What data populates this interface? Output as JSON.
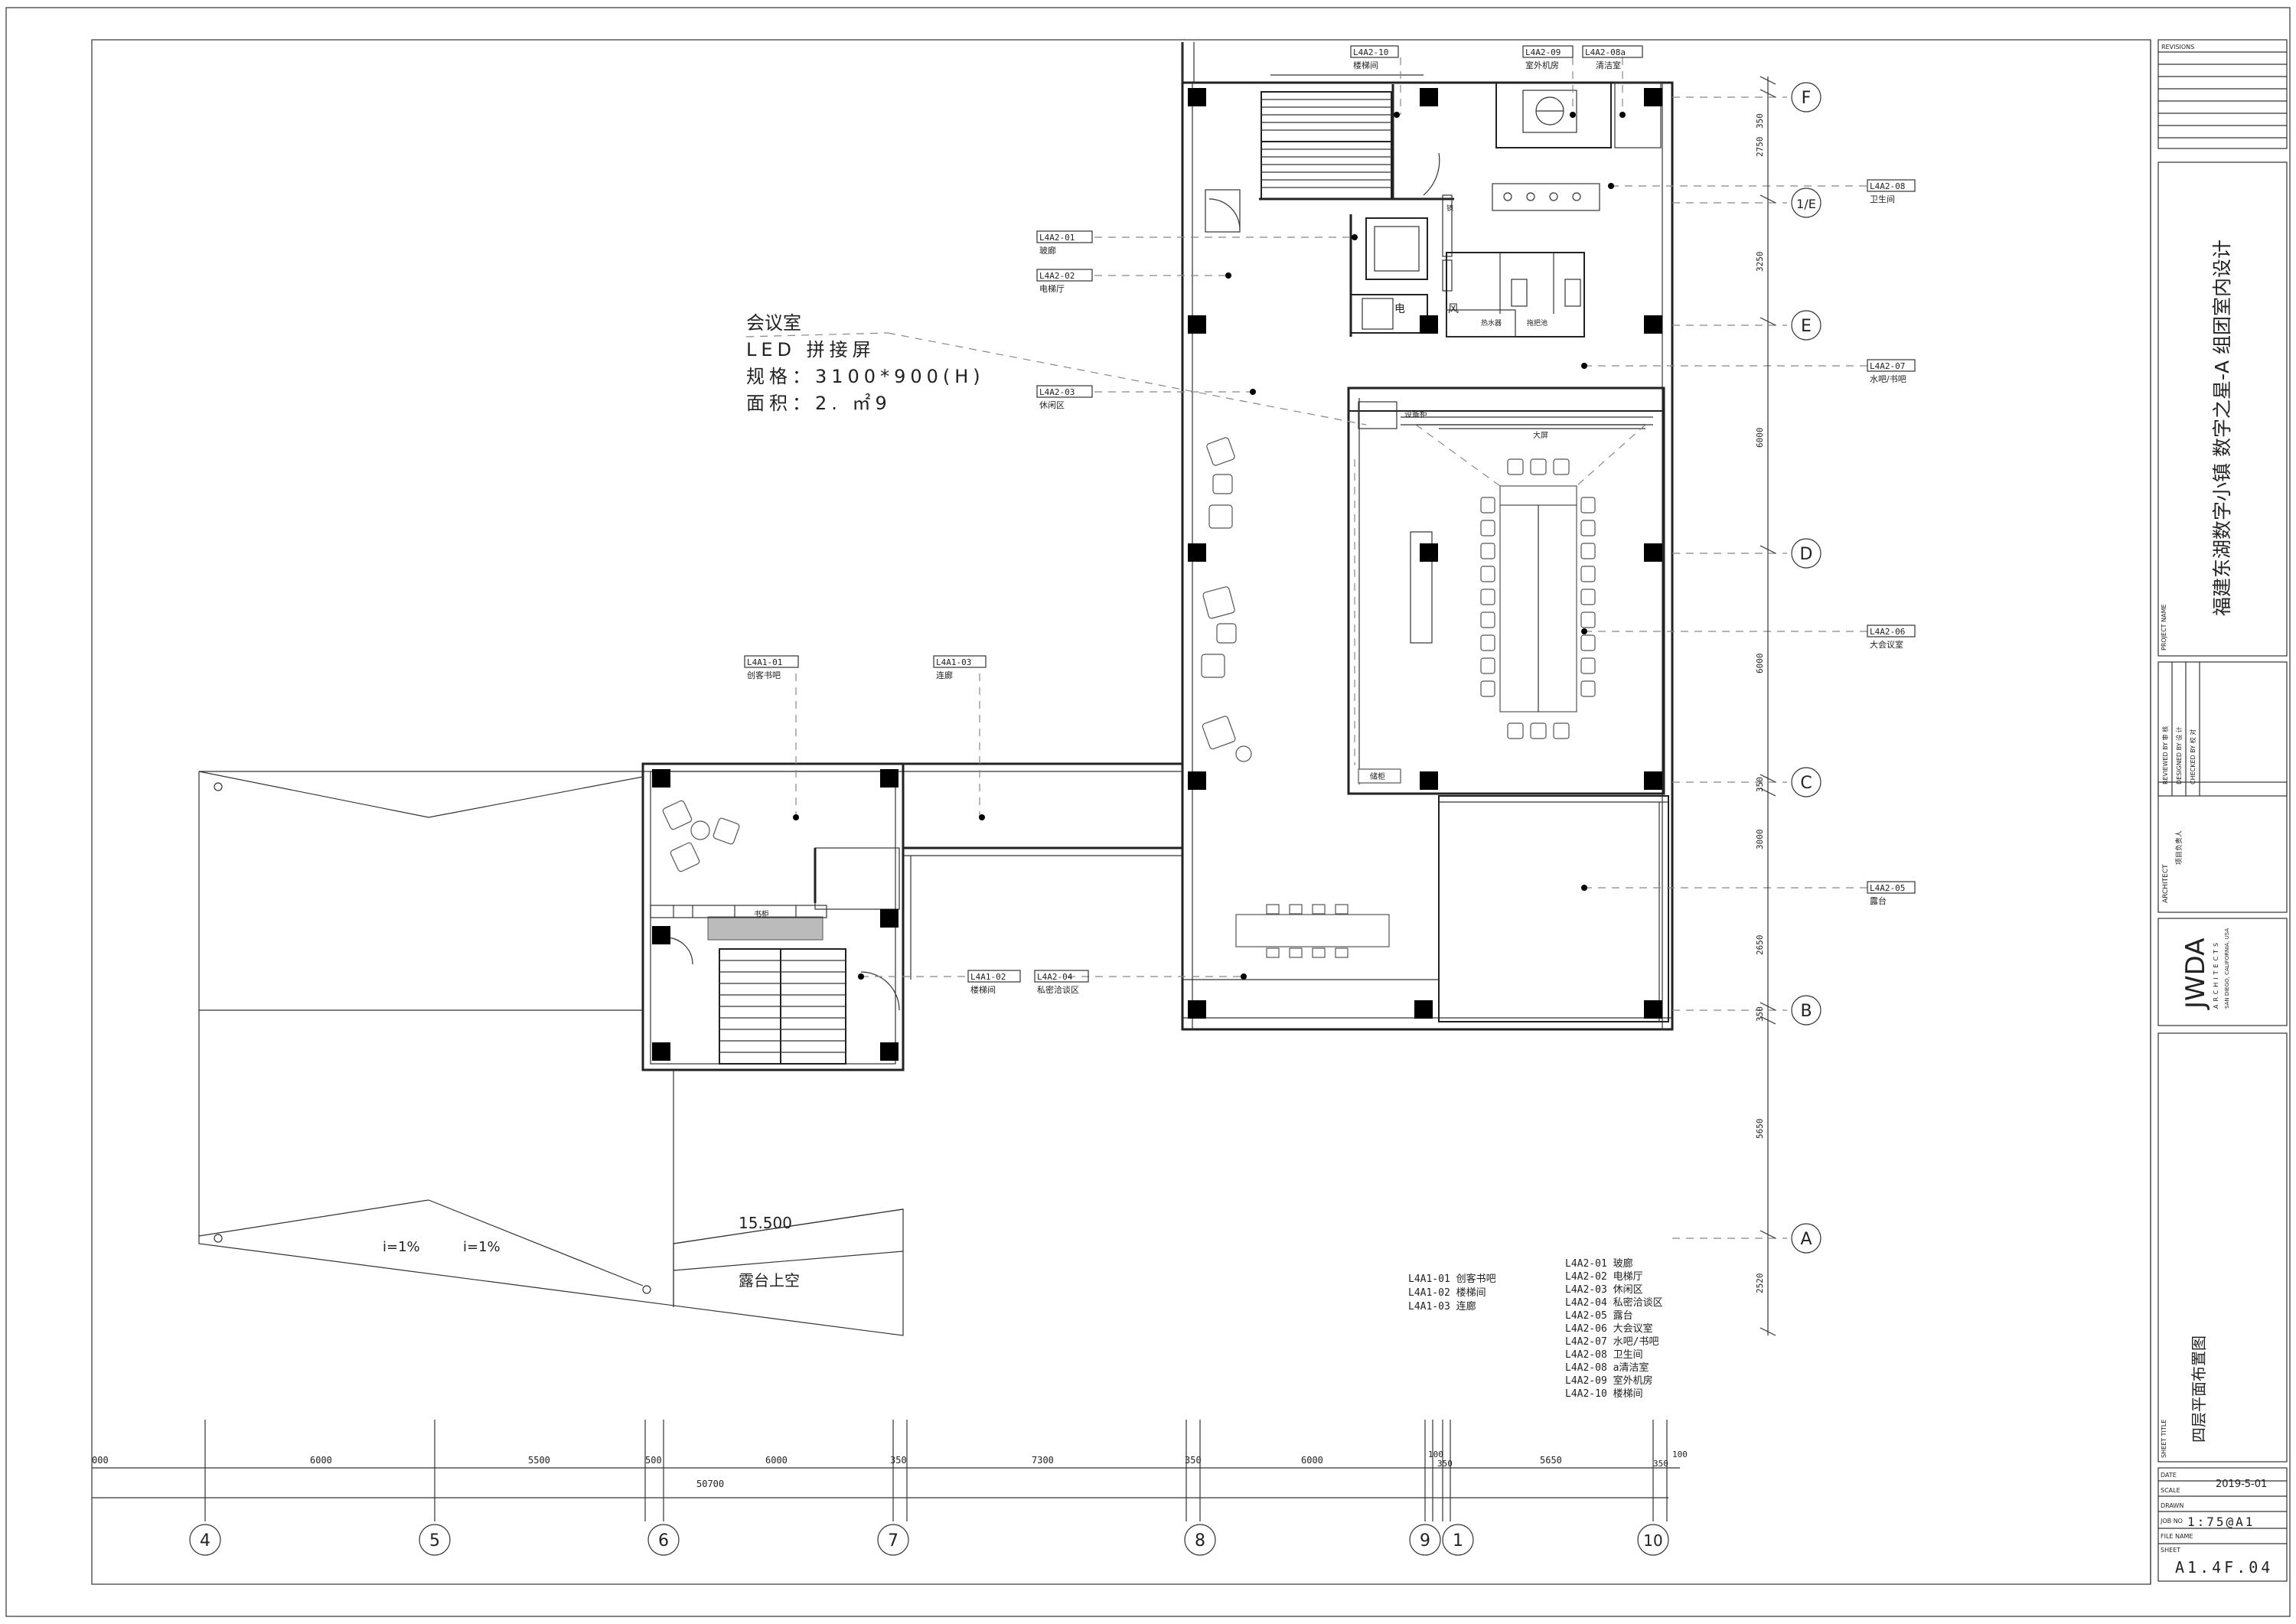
{
  "annotation": {
    "title": "会议室",
    "line1": "LED 拼接屏",
    "line2": "规格：3100*900(H)",
    "line3": "面积：2. ㎡9"
  },
  "room_tags": [
    {
      "code": "L4A2-10",
      "name": "楼梯间"
    },
    {
      "code": "L4A2-09",
      "name": "室外机房"
    },
    {
      "code": "L4A2-08a",
      "name": "清洁室"
    },
    {
      "code": "L4A2-08",
      "name": "卫生间"
    },
    {
      "code": "L4A2-01",
      "name": "玻廊"
    },
    {
      "code": "L4A2-02",
      "name": "电梯厅"
    },
    {
      "code": "L4A2-03",
      "name": "休闲区"
    },
    {
      "code": "L4A2-07",
      "name": "水吧/书吧"
    },
    {
      "code": "L4A2-06",
      "name": "大会议室"
    },
    {
      "code": "L4A2-05",
      "name": "露台"
    },
    {
      "code": "L4A1-01",
      "name": "创客书吧"
    },
    {
      "code": "L4A1-03",
      "name": "连廊"
    },
    {
      "code": "L4A1-02",
      "name": "楼梯间"
    },
    {
      "code": "L4A2-04",
      "name": "私密洽谈区"
    }
  ],
  "grid_right": [
    "F",
    "1/E",
    "E",
    "D",
    "C",
    "B",
    "A"
  ],
  "grid_bottom": [
    "4",
    "5",
    "6",
    "7",
    "8",
    "9",
    "1",
    "10"
  ],
  "dims_right": [
    "350",
    "2750",
    "3250",
    "6000",
    "6000",
    "350",
    "3000",
    "2650",
    "350",
    "5650",
    "2520"
  ],
  "dims_bottom": [
    "000",
    "6000",
    "5500",
    "500",
    "6000",
    "350",
    "7300",
    "350",
    "6000",
    "100",
    "350",
    "5650",
    "350",
    "100"
  ],
  "dim_total": "50700",
  "plan_labels": {
    "terrace_void": "露台上空",
    "elevation": "15.500",
    "slope1": "i=1%",
    "slope2": "i=1%",
    "elec": "电",
    "wind": "风",
    "equipment": "设备柜",
    "screen": "大屏",
    "cabinet": "储柜",
    "bookshelf": "书柜",
    "clean": "拖把池",
    "water": "热水器",
    "mirror": "镜"
  },
  "legend_left": [
    "L4A1-01 创客书吧",
    "L4A1-02 楼梯间",
    "L4A1-03 连廊"
  ],
  "legend_right": [
    "L4A2-01 玻廊",
    "L4A2-02 电梯厅",
    "L4A2-03 休闲区",
    "L4A2-04 私密洽谈区",
    "L4A2-05 露台",
    "L4A2-06 大会议室",
    "L4A2-07 水吧/书吧",
    "L4A2-08 卫生间",
    "L4A2-08 a清洁室",
    "L4A2-09 室外机房",
    "L4A2-10 楼梯间"
  ],
  "title_block": {
    "revisions": "REVISIONS",
    "project_name_label": "PROJECT NAME",
    "project_name": "福建东湖数字小镇   数字之星-A 组团室内设计",
    "reviewed_by": "REVIEWED BY 审 核",
    "designed_by": "DESIGNED BY 设 计",
    "checked_by": "CHECKED BY 校 对",
    "architect_label": "ARCHITECT",
    "architect_sub": "项目负责人",
    "firm": "JWDA",
    "firm_sub": "ARCHITECTS",
    "firm_loc": "SAN DIEGO, CALIFORNIA, USA",
    "sheet_title_label": "SHEET TITLE",
    "sheet_title": "四层平面布置图",
    "date_label": "DATE",
    "date": "2019-5-01",
    "scale_label": "SCALE",
    "drawn_label": "DRAWN",
    "job_label": "JOB NO",
    "job_no": "1:75@A1",
    "file_label": "FILE NAME",
    "sheet_label": "SHEET",
    "sheet_no": "A1.4F.04"
  }
}
